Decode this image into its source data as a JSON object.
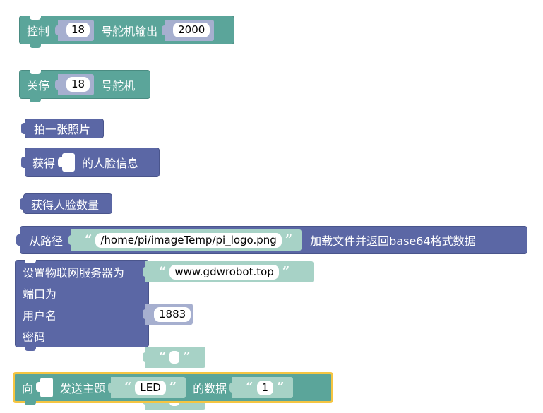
{
  "blocks": {
    "servo_output": {
      "label_control": "控制",
      "pin": "18",
      "label_output": "号舵机输出",
      "value": "2000"
    },
    "servo_stop": {
      "label_stop": "关停",
      "pin": "18",
      "label_servo": "号舵机"
    },
    "take_photo": {
      "label": "拍一张照片"
    },
    "get_face_info": {
      "label_get": "获得",
      "label_info": "的人脸信息"
    },
    "face_count": {
      "label": "获得人脸数量"
    },
    "load_file": {
      "label_from": "从路径",
      "path": "/home/pi/imageTemp/pi_logo.png",
      "label_load": "加载文件并返回base64格式数据"
    },
    "mqtt_setup": {
      "label_server": "设置物联网服务器为",
      "server": "www.gdwrobot.top",
      "label_port": "端口为",
      "port": "1883",
      "label_user": "用户名",
      "label_password": "密码"
    },
    "publish": {
      "label_to": "向",
      "label_topic": "发送主题",
      "topic": "LED",
      "label_data": "的数据",
      "data": "1"
    }
  },
  "quotes": {
    "open": "“",
    "close": "”"
  },
  "colors": {
    "teal": "#5ba59a",
    "purple": "#5b67a5",
    "string_socket": "#a7d2c6",
    "number_socket": "#a6afcf",
    "highlight": "#f5c542"
  }
}
